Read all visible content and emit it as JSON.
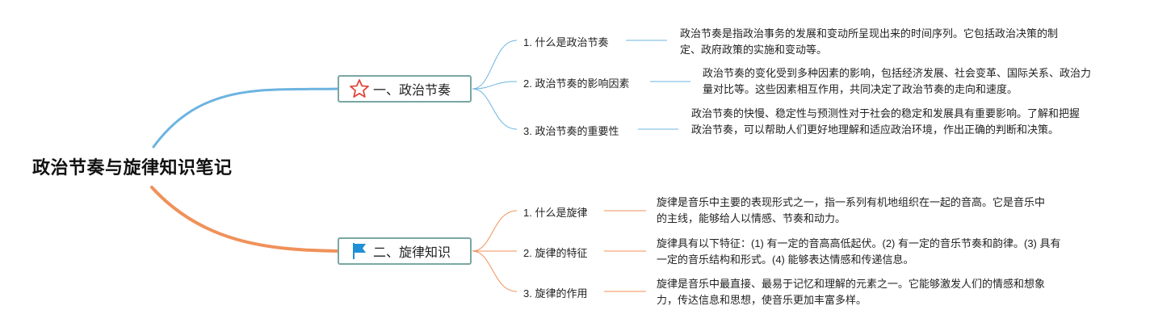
{
  "root": {
    "title": "政治节奏与旋律知识笔记"
  },
  "branches": [
    {
      "label": "一、政治节奏",
      "icon": "star-icon",
      "color": "#6cb4e0",
      "topics": [
        {
          "label": "1. 什么是政治节奏",
          "description": "政治节奏是指政治事务的发展和变动所呈现出来的时间序列。它包括政治决策的制定、政府政策的实施和变动等。"
        },
        {
          "label": "2. 政治节奏的影响因素",
          "description": "政治节奏的变化受到多种因素的影响，包括经济发展、社会变革、国际关系、政治力量对比等。这些因素相互作用，共同决定了政治节奏的走向和速度。"
        },
        {
          "label": "3. 政治节奏的重要性",
          "description": "政治节奏的快慢、稳定性与预测性对于社会的稳定和发展具有重要影响。了解和把握政治节奏，可以帮助人们更好地理解和适应政治环境，作出正确的判断和决策。"
        }
      ]
    },
    {
      "label": "二、旋律知识",
      "icon": "flag-icon",
      "color": "#f0915a",
      "topics": [
        {
          "label": "1. 什么是旋律",
          "description": "旋律是音乐中主要的表现形式之一，指一系列有机地组织在一起的音高。它是音乐中的主线，能够给人以情感、节奏和动力。"
        },
        {
          "label": "2. 旋律的特征",
          "description": "旋律具有以下特征：(1) 有一定的音高高低起伏。(2) 有一定的音乐节奏和韵律。(3) 具有一定的音乐结构和形式。(4) 能够表达情感和传递信息。"
        },
        {
          "label": "3. 旋律的作用",
          "description": "旋律是音乐中最直接、最易于记忆和理解的元素之一。它能够激发人们的情感和想象力，传达信息和思想，使音乐更加丰富多样。"
        }
      ]
    }
  ]
}
